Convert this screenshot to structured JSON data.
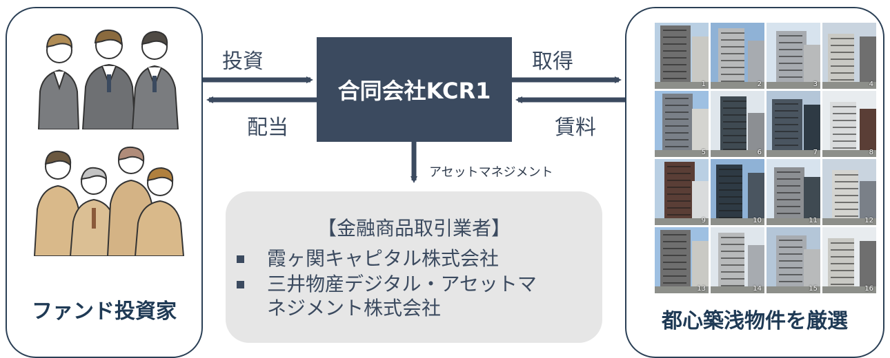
{
  "investors_caption": "ファンド投資家",
  "properties_caption": "都心築浅物件を厳選",
  "company": "合同会社KCR1",
  "flows": {
    "invest": "投資",
    "dividend": "配当",
    "acquire": "取得",
    "rent": "賃料",
    "asset_management": "アセットマネジメント"
  },
  "operators": {
    "title": "【金融商品取引業者】",
    "items": [
      "霞ヶ関キャピタル株式会社",
      "三井物産デジタル・アセットマネジメント株式会社"
    ]
  },
  "properties": [
    "1",
    "2",
    "3",
    "4",
    "5",
    "6",
    "7",
    "8",
    "9",
    "10",
    "11",
    "12",
    "13",
    "14",
    "15",
    "16"
  ],
  "colors": {
    "dark": "#3b4a5f",
    "gray_box": "#e6e6e6",
    "suit_gray": "#77797c",
    "suit_tan": "#d9b98a",
    "hair_brown": "#8a6a3e"
  }
}
